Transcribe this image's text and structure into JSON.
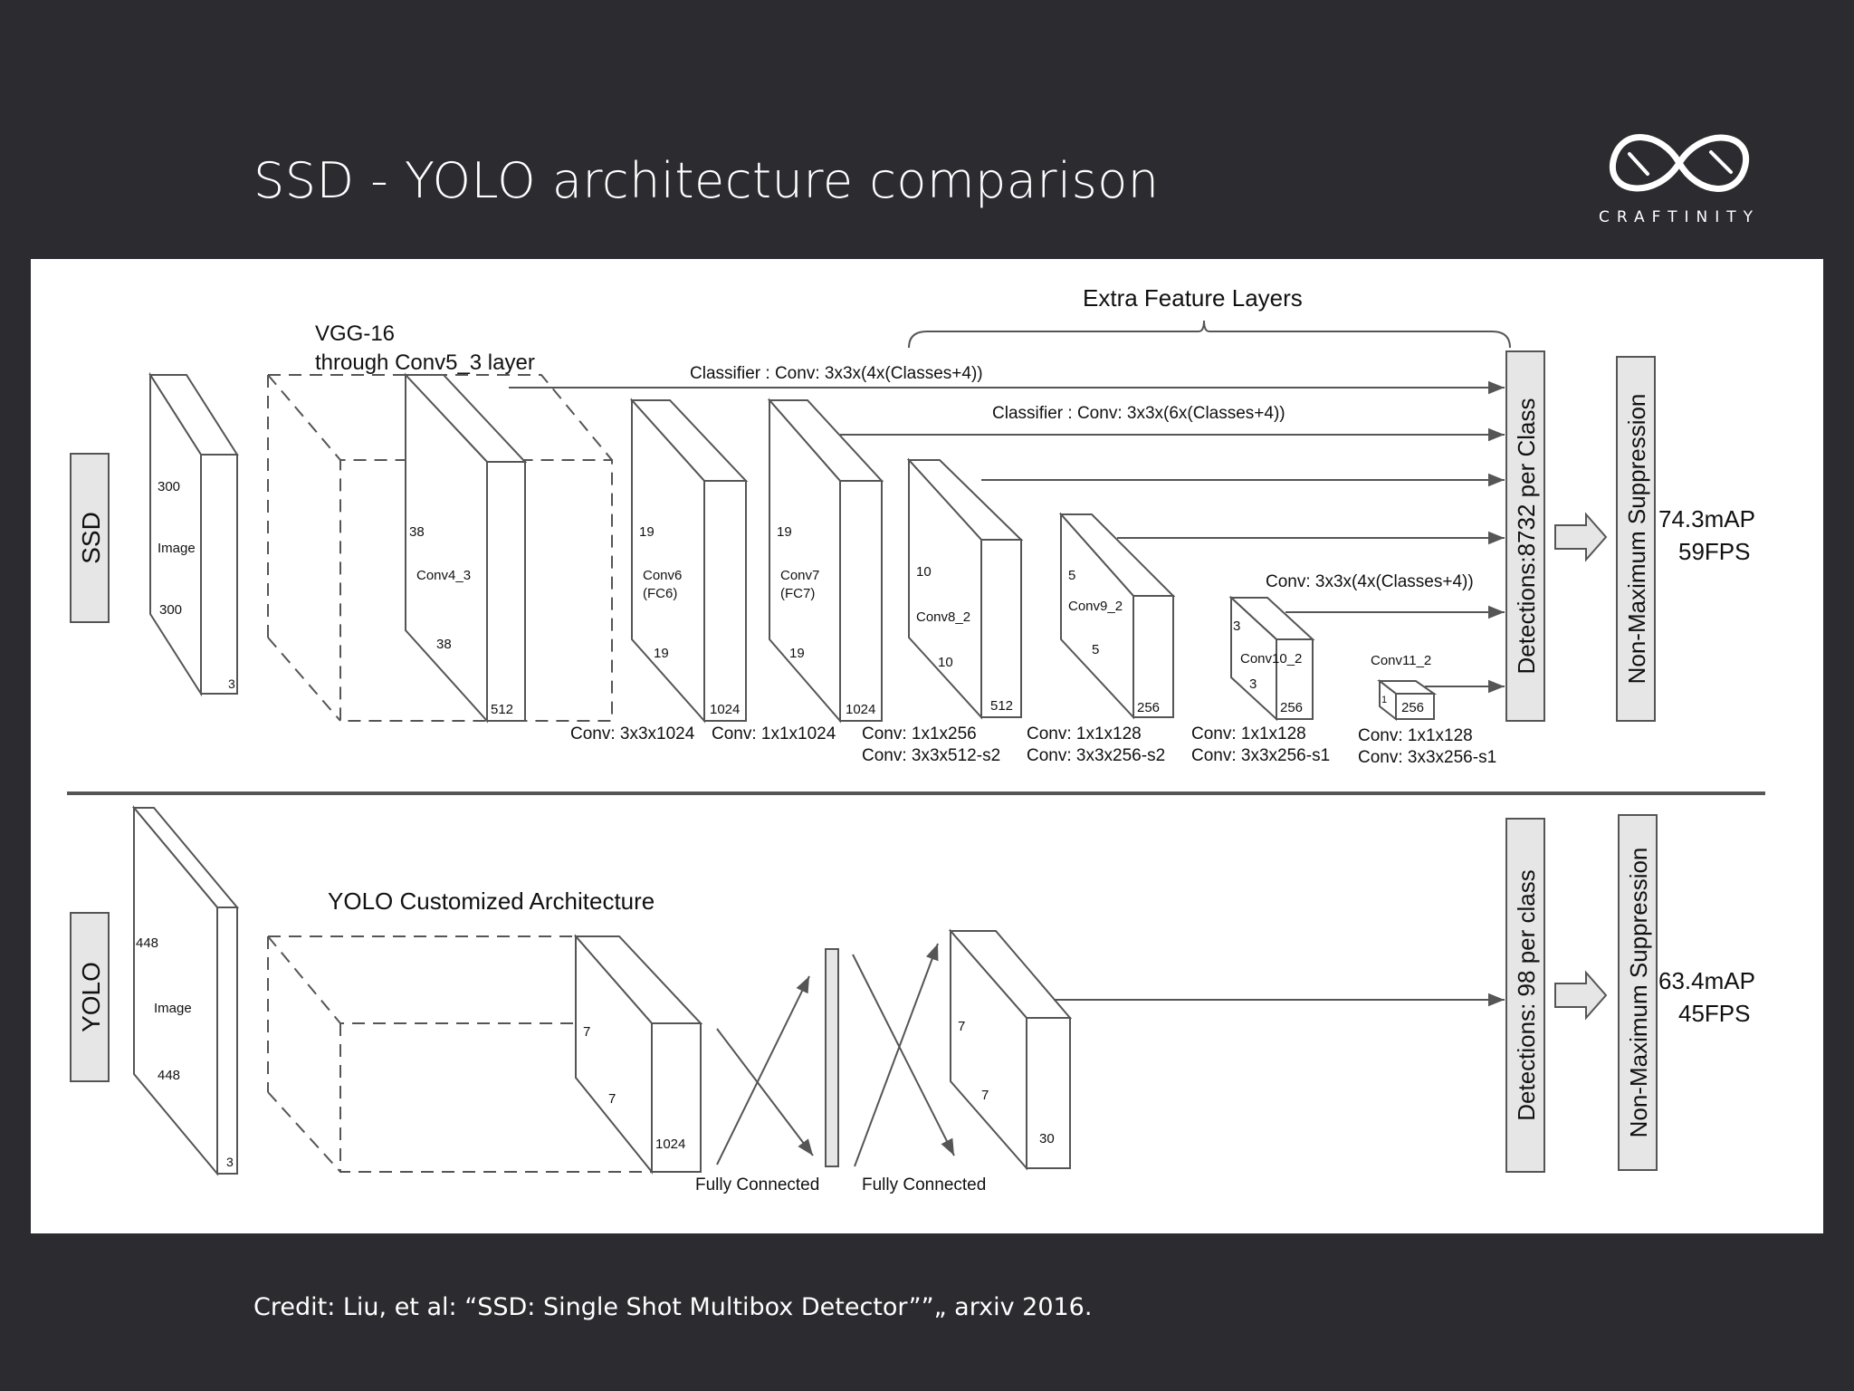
{
  "slide": {
    "title": "SSD - YOLO architecture comparison",
    "brand": "CRAFTINITY",
    "credit": "Credit: Liu, et al: “SSD: Single Shot Multibox Detector””„ arxiv 2016."
  },
  "ssd": {
    "label": "SSD",
    "vgg_label_1": "VGG-16",
    "vgg_label_2": "through Conv5_3 layer",
    "extra_feature_layers": "Extra Feature Layers",
    "classifier_1": "Classifier : Conv: 3x3x(4x(Classes+4))",
    "classifier_2": "Classifier : Conv: 3x3x(6x(Classes+4))",
    "classifier_3": "Conv: 3x3x(4x(Classes+4))",
    "image": {
      "h": "300",
      "w": "300",
      "c": "3",
      "name": "Image"
    },
    "conv4_3": {
      "name": "Conv4_3",
      "h": "38",
      "w": "38",
      "c": "512"
    },
    "conv6": {
      "name1": "Conv6",
      "name2": "(FC6)",
      "h": "19",
      "w": "19",
      "c": "1024",
      "op": "Conv: 3x3x1024"
    },
    "conv7": {
      "name1": "Conv7",
      "name2": "(FC7)",
      "h": "19",
      "w": "19",
      "c": "1024",
      "op": "Conv: 1x1x1024"
    },
    "conv8_2": {
      "name": "Conv8_2",
      "h": "10",
      "w": "10",
      "c": "512",
      "op1": "Conv: 1x1x256",
      "op2": "Conv:  3x3x512-s2"
    },
    "conv9_2": {
      "name": "Conv9_2",
      "h": "5",
      "w": "5",
      "c": "256",
      "op1": "Conv: 1x1x128",
      "op2": "Conv: 3x3x256-s2"
    },
    "conv10_2": {
      "name": "Conv10_2",
      "h": "3",
      "w": "3",
      "c": "256",
      "op1": "Conv: 1x1x128",
      "op2": "Conv: 3x3x256-s1"
    },
    "conv11_2": {
      "name": "Conv11_2",
      "h": "1",
      "c": "256",
      "op1": "Conv: 1x1x128",
      "op2": "Conv: 3x3x256-s1"
    },
    "detections": "Detections:8732  per Class",
    "nms": "Non-Maximum Suppression",
    "map": "74.3mAP",
    "fps": "59FPS"
  },
  "yolo": {
    "label": "YOLO",
    "arch_label": "YOLO Customized Architecture",
    "image": {
      "h": "448",
      "w": "448",
      "c": "3",
      "name": "Image"
    },
    "feat": {
      "h": "7",
      "w": "7",
      "c": "1024"
    },
    "fc1": "Fully Connected",
    "fc2": "Fully Connected",
    "out": {
      "h": "7",
      "w": "7",
      "c": "30"
    },
    "detections": "Detections: 98 per class",
    "nms": "Non-Maximum Suppression",
    "map": "63.4mAP",
    "fps": "45FPS"
  }
}
